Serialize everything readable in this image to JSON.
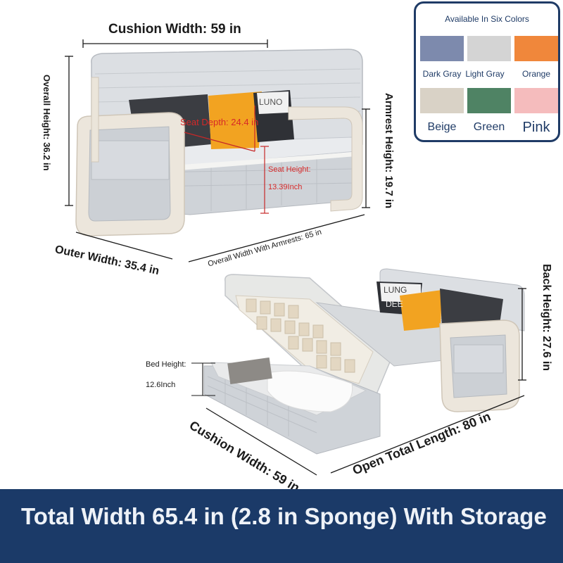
{
  "colors_panel": {
    "title": "Available In Six Colors",
    "swatches": [
      {
        "label": "Dark Gray",
        "color": "#7d8aad"
      },
      {
        "label": "Light Gray",
        "color": "#d4d4d4"
      },
      {
        "label": "Orange",
        "color": "#f0873b"
      },
      {
        "label": "Beige",
        "color": "#d9d2c6"
      },
      {
        "label": "Green",
        "color": "#4f8364"
      },
      {
        "label": "Pink",
        "color": "#f5bcbd"
      }
    ]
  },
  "dimensions": {
    "cushion_width_top": "Cushion Width: 59 in",
    "overall_height": "Overall Height: 36.2 in",
    "armrest_height": "Armrest Height: 19.7 in",
    "outer_width": "Outer Width: 35.4 in",
    "overall_width_armrests": "Overall Width With Armrests: 65 in",
    "seat_depth": "Seat Depth: 24.4 in",
    "seat_height_label": "Seat Height:",
    "seat_height_value": "13.39Inch",
    "back_height": "Back Height: 27.6 in",
    "bed_height_label": "Bed Height:",
    "bed_height_value": "12.6Inch",
    "cushion_width_bottom": "Cushion Width: 59 in",
    "open_total_length": "Open Total Length: 80 in"
  },
  "pillows": {
    "top_right": "LUNO",
    "bottom_left_1": "LUNG",
    "bottom_left_2": "DEE"
  },
  "banner": {
    "text": "Total Width 65.4 in (2.8 in Sponge) With Storage"
  }
}
